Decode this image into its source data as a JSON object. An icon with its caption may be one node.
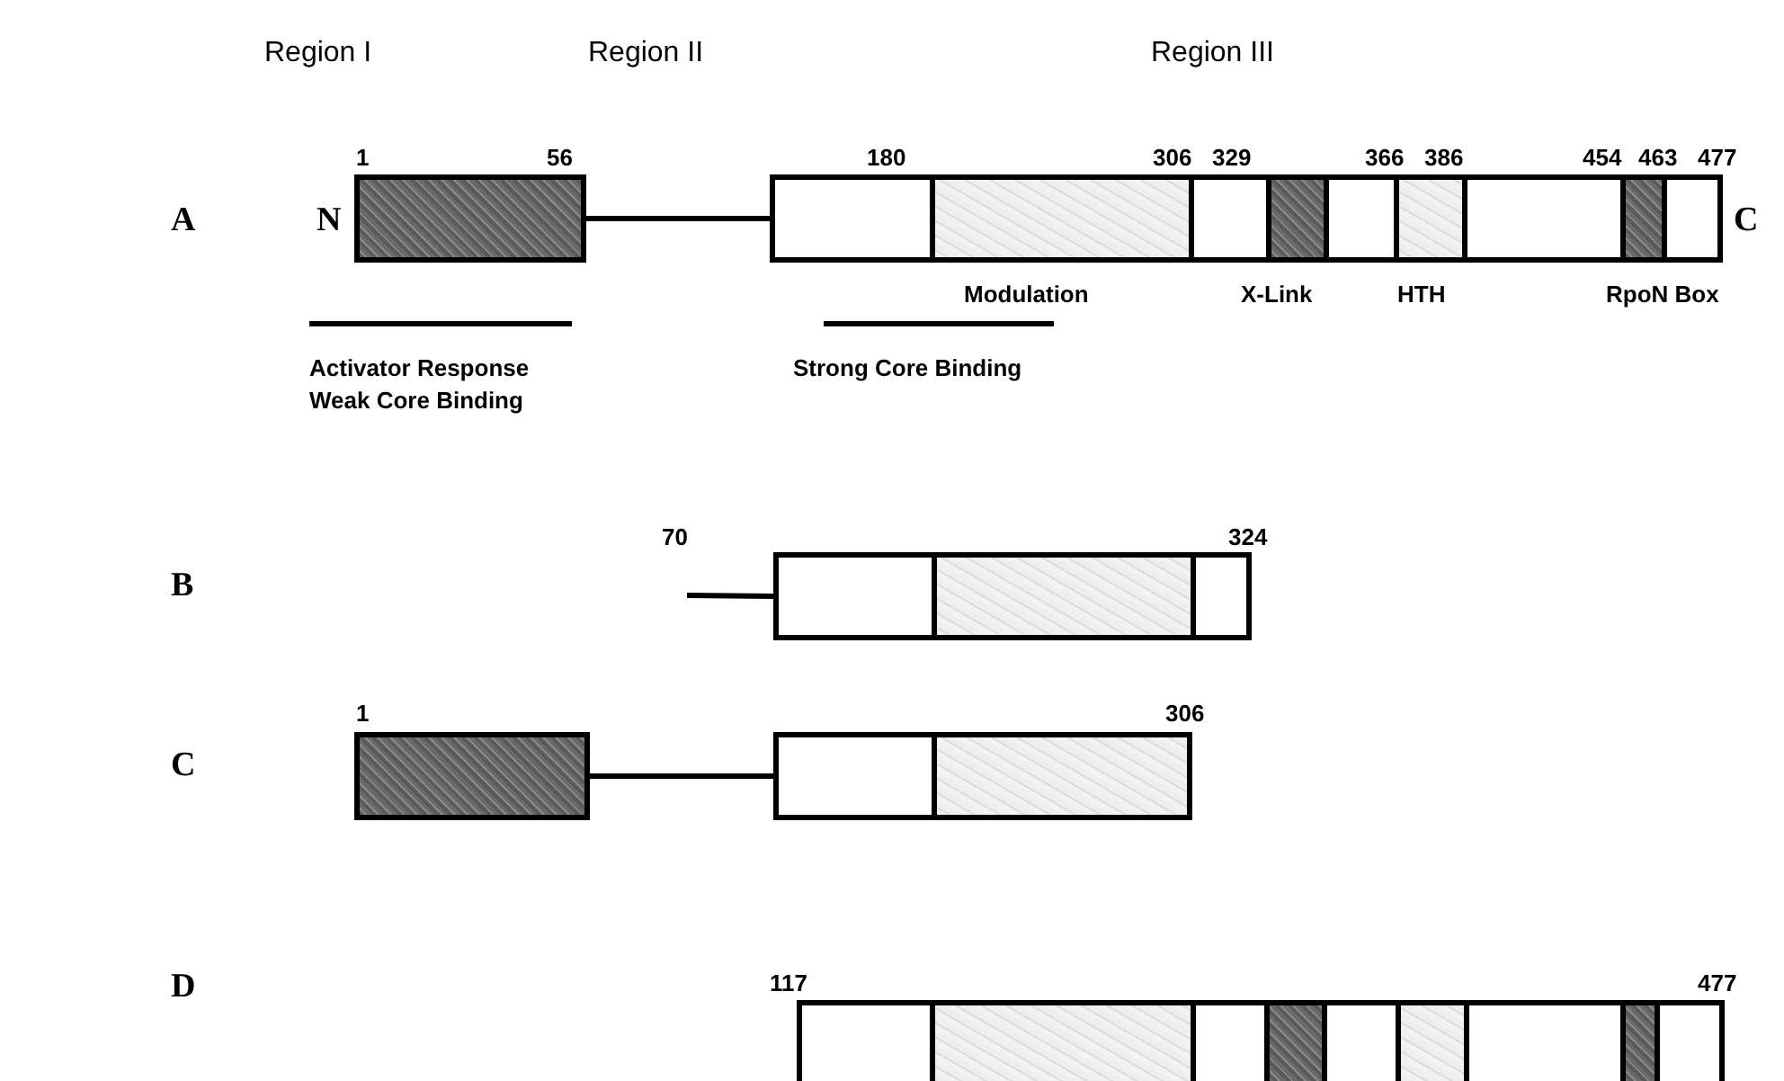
{
  "diagram": {
    "nodes": [
      {
        "text": [],
        "shape": "box"
      },
      {
        "text": [],
        "shape": "box"
      },
      {
        "text": [],
        "shape": "box"
      },
      {
        "text": [],
        "shape": "box"
      },
      {
        "text": [],
        "shape": "box"
      },
      {
        "text": [],
        "shape": "box"
      }
    ],
    "edges": [
      {
        "from": 0,
        "to": 1,
        "arrow": "none"
      },
      {
        "from": null,
        "to": 2,
        "arrow": "none"
      },
      {
        "from": 3,
        "to": 4,
        "arrow": "none"
      }
    ],
    "labels": [
      "Region I",
      "Region II",
      "Region III",
      "A",
      "1",
      "56",
      "180",
      "306",
      "329",
      "366",
      "386",
      "454",
      "463",
      "477",
      "N",
      "C",
      "Modulation",
      "X-Link",
      "HTH",
      "RpoN Box",
      "Activator Response",
      "Weak Core Binding",
      "Strong Core Binding",
      "B",
      "70",
      "324",
      "C",
      "1",
      "306",
      "D",
      "117",
      "477"
    ]
  }
}
